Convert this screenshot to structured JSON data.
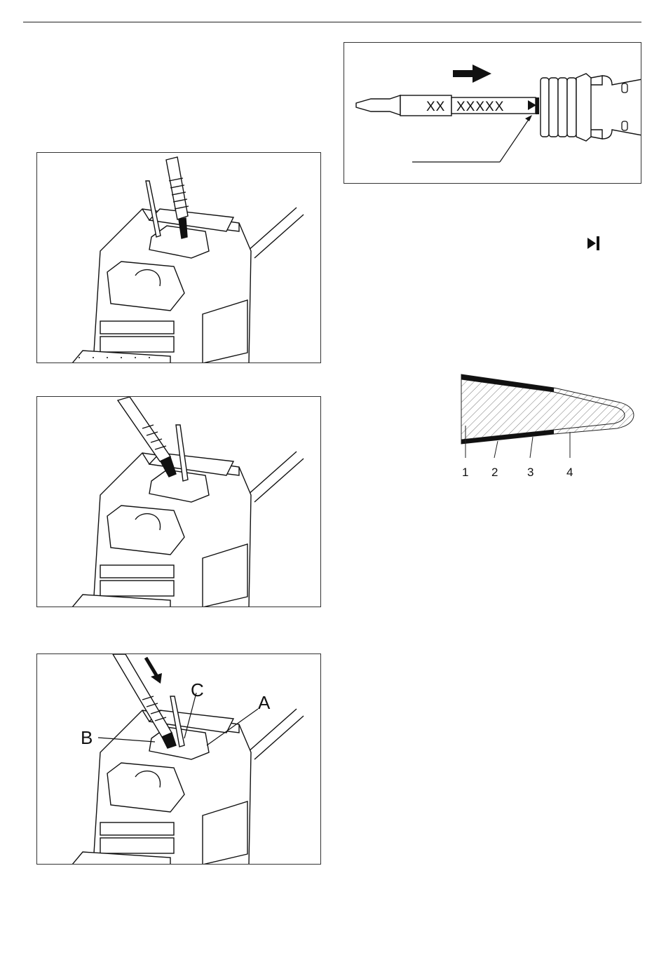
{
  "fig_tip_mark": {
    "label_short": "XX",
    "label_long": "XXXXX"
  },
  "fig_holder_callouts": {
    "label_a": "A",
    "label_b": "B",
    "label_c": "C"
  },
  "tip_cross_section": {
    "layer_labels": [
      "1",
      "2",
      "3",
      "4"
    ]
  },
  "icons": {
    "play_end": "play-end-icon",
    "arrow": "arrow-right-icon"
  }
}
